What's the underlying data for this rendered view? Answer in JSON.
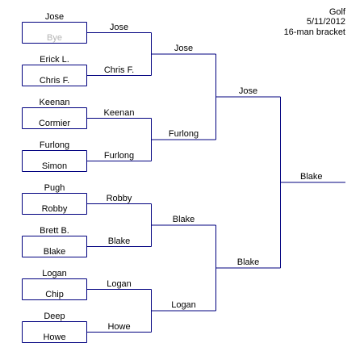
{
  "header": {
    "sport": "Golf",
    "date": "5/11/2012",
    "format": "16-man bracket"
  },
  "colors": {
    "line": "#00007f",
    "text": "#000000",
    "bye_text": "#b4b4b4"
  },
  "round1": [
    {
      "top": "Jose",
      "bottom": "Bye",
      "bottom_is_bye": true
    },
    {
      "top": "Erick L.",
      "bottom": "Chris F."
    },
    {
      "top": "Keenan",
      "bottom": "Cormier"
    },
    {
      "top": "Furlong",
      "bottom": "Simon"
    },
    {
      "top": "Pugh",
      "bottom": "Robby"
    },
    {
      "top": "Brett B.",
      "bottom": "Blake"
    },
    {
      "top": "Logan",
      "bottom": "Chip"
    },
    {
      "top": "Deep",
      "bottom": "Howe"
    }
  ],
  "round2": [
    "Jose",
    "Chris F.",
    "Keenan",
    "Furlong",
    "Robby",
    "Blake",
    "Logan",
    "Howe"
  ],
  "round3": [
    "Jose",
    "Furlong",
    "Blake",
    "Logan"
  ],
  "round4": [
    "Jose",
    "Blake"
  ],
  "champion": "Blake"
}
